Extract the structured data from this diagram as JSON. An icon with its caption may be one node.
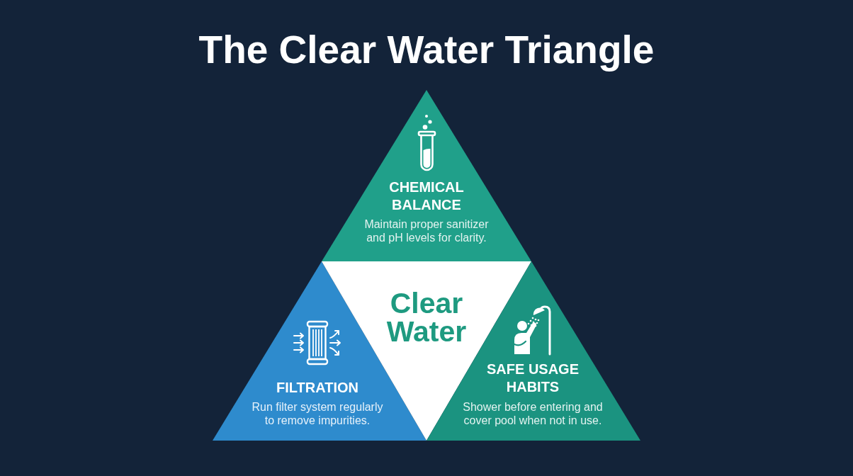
{
  "diagram": {
    "title": "The Clear Water Triangle",
    "nodes": [
      {
        "text": [
          "CHEMICAL BALANCE",
          "Maintain proper sanitizer and pH levels for clarity."
        ]
      },
      {
        "text": [
          "FILTRATION",
          "Run filter system regularly to remove impurities."
        ]
      },
      {
        "text": [
          "Clear Water"
        ]
      },
      {
        "text": [
          "SAFE USAGE HABITS",
          "Shower before entering and cover pool when not in use."
        ]
      }
    ]
  }
}
